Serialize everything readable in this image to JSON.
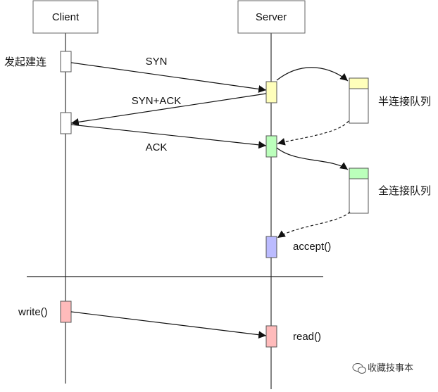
{
  "actors": {
    "client": "Client",
    "server": "Server"
  },
  "messages": {
    "syn": "SYN",
    "synack": "SYN+ACK",
    "ack": "ACK"
  },
  "notes": {
    "initiate": "发起建连",
    "half_queue": "半连接队列",
    "full_queue": "全连接队列",
    "accept": "accept()",
    "write": "write()",
    "read": "read()"
  },
  "watermark": "收藏技事本",
  "colors": {
    "syn_recv": "#ffffbb",
    "established": "#bbffbb",
    "accept": "#bbbbff",
    "io": "#ffbbbb",
    "line": "#333333"
  }
}
